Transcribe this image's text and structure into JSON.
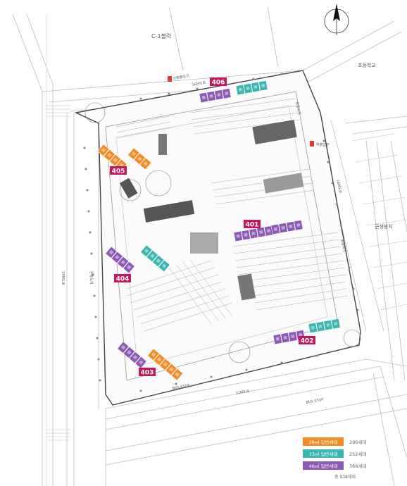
{
  "labels": {
    "block": "C-1블럭",
    "school": "초등학교",
    "neighborhood": "근생용지",
    "road_top": "16M도로",
    "road_right": "18M도로",
    "road_bottom": "31M도로",
    "road_left": "24M도로",
    "green_top": "완충녹지",
    "green_right": "완충녹지",
    "green_left": "완충녹지",
    "entrance_top": "보행출입구",
    "entrance_right": "부출입구",
    "bus_stop_left": "BUS STOP",
    "bus_stop_right": "BUS STOP"
  },
  "buildings": [
    {
      "id": "401"
    },
    {
      "id": "402"
    },
    {
      "id": "403"
    },
    {
      "id": "404"
    },
    {
      "id": "405"
    },
    {
      "id": "406"
    }
  ],
  "legend": {
    "items": [
      {
        "label": "26㎡ 일반세대",
        "count": "296세대",
        "color": "#f28c28"
      },
      {
        "label": "33㎡ 일반세대",
        "count": "252세대",
        "color": "#3ab5b0"
      },
      {
        "label": "46㎡ 일반세대",
        "count": "368세대",
        "color": "#8c5ab4"
      }
    ],
    "total": "총 938세대"
  },
  "colors": {
    "building_tag": "#c2185b",
    "orange": "#f28c28",
    "teal": "#3ab5b0",
    "purple": "#8c5ab4",
    "entrance": "#e53935"
  },
  "icons": [
    "north-arrow-icon",
    "entrance-marker-icon"
  ]
}
